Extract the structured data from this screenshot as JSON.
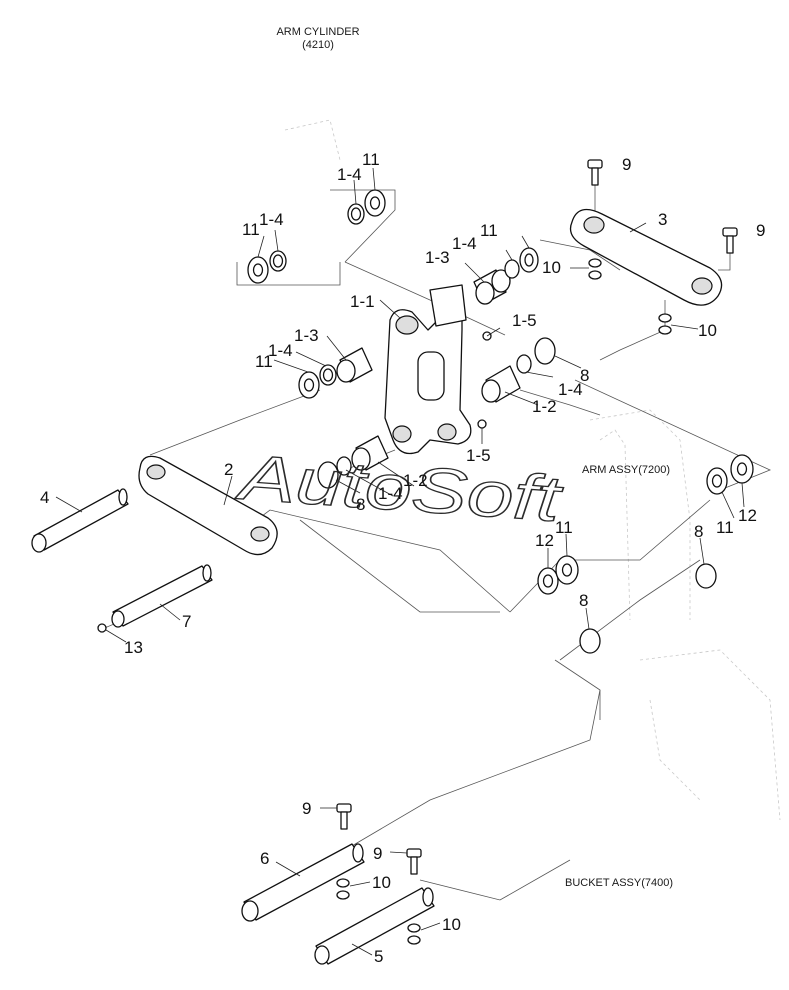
{
  "captions": {
    "arm_cylinder": "ARM CYLINDER",
    "arm_cylinder_code": "(4210)",
    "arm_assy": "ARM ASSY(7200)",
    "bucket_assy": "BUCKET ASSY(7400)"
  },
  "watermark": "AutoSoft",
  "callouts": {
    "c9_top": "9",
    "c9_right": "9",
    "c3": "3",
    "c11_a": "11",
    "c1_4_a": "1-4",
    "c11_b": "11",
    "c1_4_b": "1-4",
    "c11_c": "11",
    "c1_4_c": "1-4",
    "c1_3_a": "1-3",
    "c10_a": "10",
    "c10_b": "10",
    "c1_1": "1-1",
    "c1_5_a": "1-5",
    "c1_3_b": "1-3",
    "c1_4_d": "1-4",
    "c11_d": "11",
    "c8_a": "8",
    "c1_4_e": "1-4",
    "c1_2_a": "1-2",
    "c1_5_b": "1-5",
    "c2": "2",
    "c1_2_b": "1-2",
    "c1_4_f": "1-4",
    "c8_b": "8",
    "c4": "4",
    "c11_e": "11",
    "c12_a": "12",
    "c11_f": "11",
    "c12_b": "12",
    "c8_c": "8",
    "c8_d": "8",
    "c7": "7",
    "c13": "13",
    "c9_bl": "9",
    "c6": "6",
    "c9_bm": "9",
    "c10_c": "10",
    "c10_d": "10",
    "c5": "5"
  }
}
